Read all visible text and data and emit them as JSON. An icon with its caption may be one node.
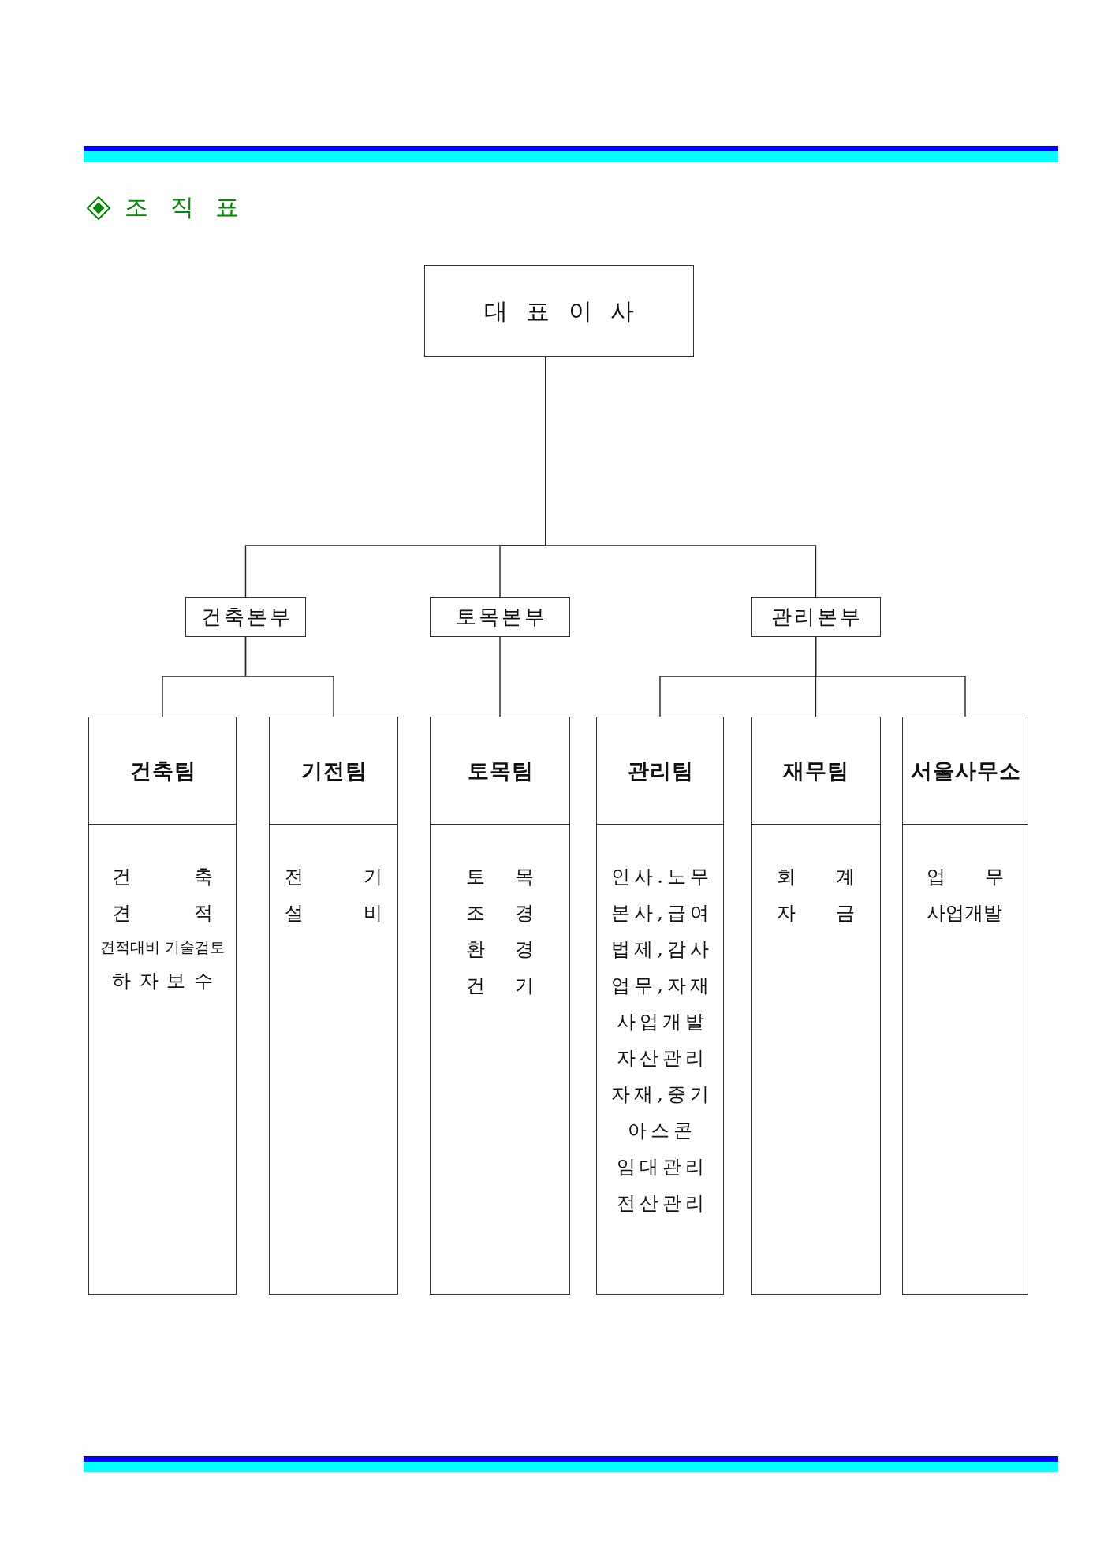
{
  "diagram": {
    "title": "조 직 표",
    "nodes": [
      {
        "text": [
          "대 표 이 사"
        ]
      },
      {
        "text": [
          "건축본부"
        ]
      },
      {
        "text": [
          "토목본부"
        ]
      },
      {
        "text": [
          "관리본부"
        ]
      },
      {
        "text": [
          "건축팀",
          "건 축",
          "견 적",
          "견적대비 기술검토",
          "하 자 보 수"
        ]
      },
      {
        "text": [
          "기전팀",
          "전 기",
          "설 비"
        ]
      },
      {
        "text": [
          "토목팀",
          "토 목",
          "조 경",
          "환 경",
          "건 기"
        ]
      },
      {
        "text": [
          "관리팀",
          "인사.노무",
          "본사,급여",
          "법제,감사",
          "업무,자재",
          "사업개발",
          "자산관리",
          "자재,중기",
          "아스콘",
          "임대관리",
          "전산관리"
        ]
      },
      {
        "text": [
          "재무팀",
          "회 계",
          "자 금"
        ]
      },
      {
        "text": [
          "서울사무소",
          "업 무",
          "사업개발"
        ]
      }
    ],
    "edges": [
      {
        "from": 0,
        "to": 1,
        "arrow": "none"
      },
      {
        "from": 0,
        "to": 2,
        "arrow": "none"
      },
      {
        "from": 0,
        "to": 3,
        "arrow": "none"
      },
      {
        "from": 1,
        "to": 4,
        "arrow": "none"
      },
      {
        "from": 1,
        "to": 5,
        "arrow": "none"
      },
      {
        "from": 2,
        "to": 6,
        "arrow": "none"
      },
      {
        "from": 3,
        "to": 7,
        "arrow": "none"
      },
      {
        "from": 3,
        "to": 8,
        "arrow": "none"
      },
      {
        "from": 3,
        "to": 9,
        "arrow": "none"
      }
    ]
  }
}
